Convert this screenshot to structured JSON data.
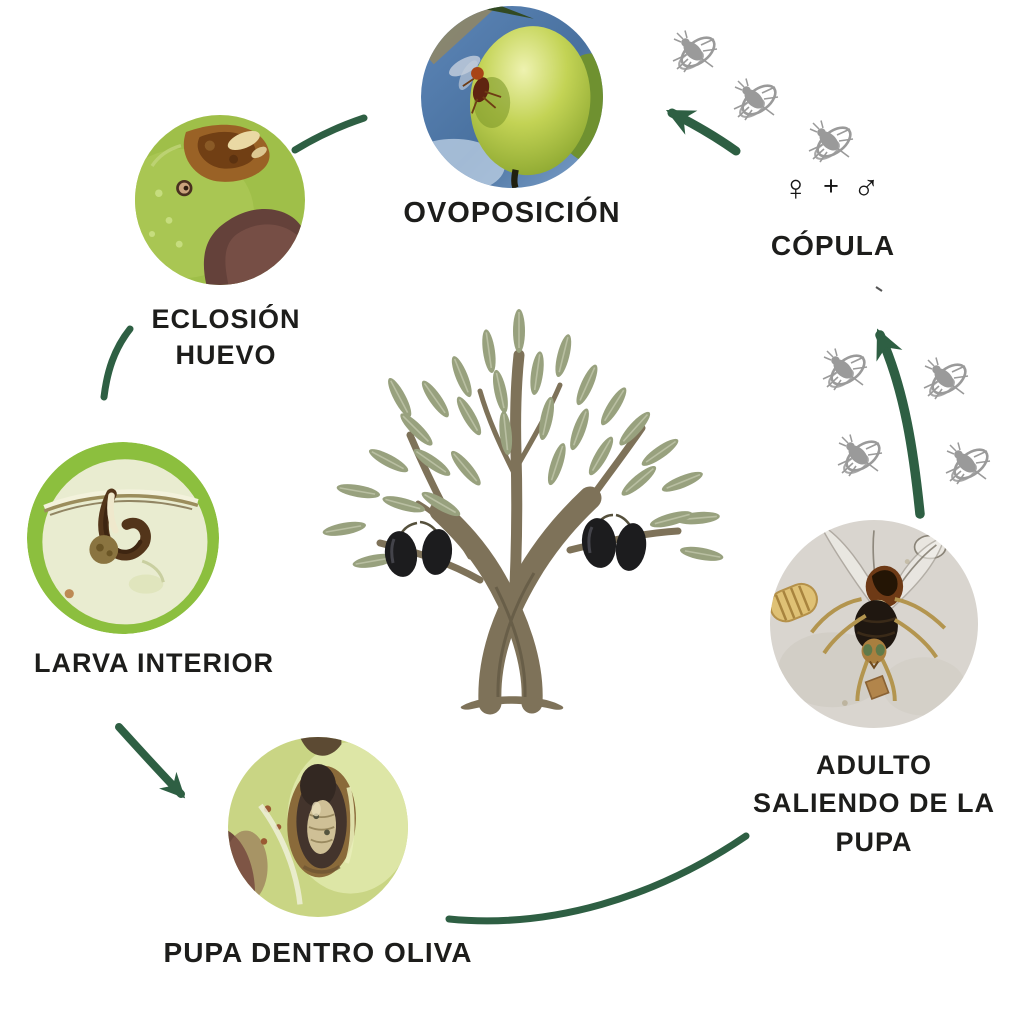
{
  "diagram": {
    "subject": "olive fruit fly life cycle",
    "labels": {
      "ovoposicion": "OVOPOSICIÓN",
      "copula": "CÓPULA",
      "eclosion_line1": "ECLOSIÓN",
      "eclosion_line2": "HUEVO",
      "larva": "LARVA INTERIOR",
      "pupa": "PUPA DENTRO OLIVA",
      "adulto_line1": "ADULTO",
      "adulto_line2": "SALIENDO DE LA",
      "adulto_line3": "PUPA"
    },
    "symbols": {
      "female": "♀",
      "plus": "+",
      "male": "♂"
    },
    "icons": {
      "fly": "fly-silhouette-gray",
      "arrow": "curved-green-arrow",
      "tree": "olive-tree-illustration"
    },
    "colors": {
      "background": "#ffffff",
      "arrow_green": "#2e5f43",
      "text": "#1d1d1b",
      "fly_gray": "#9a9a9a",
      "leaf_green": "#98a17e",
      "trunk_brown": "#7e7259",
      "olive_black": "#1c1c1e"
    }
  }
}
